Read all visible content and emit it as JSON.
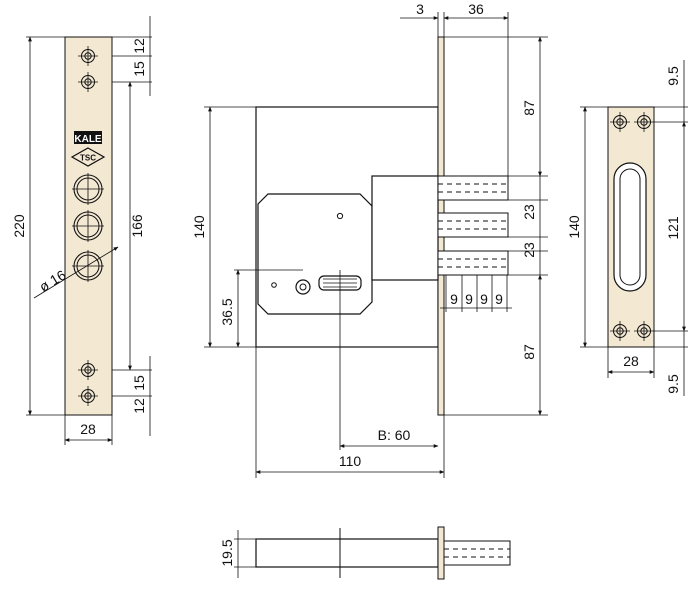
{
  "brand": {
    "logo_top": "KALE",
    "logo_bottom": "TSC"
  },
  "front_view": {
    "total_height": "220",
    "hole_spacing": "166",
    "top_hole_1": "12",
    "top_hole_2": "15",
    "bottom_hole_1": "15",
    "bottom_hole_2": "12",
    "width": "28",
    "cylinder_diameter": "ø 16"
  },
  "side_view": {
    "case_height": "140",
    "key_offset": "36.5",
    "backset": "B: 60",
    "case_width": "110",
    "faceplate_thickness": "3",
    "bolt_projection": "36",
    "upper_extension": "87",
    "lower_extension": "87",
    "bolt_gap_1": "23",
    "bolt_gap_2": "23",
    "bolt_width_1": "9",
    "bolt_width_2": "9",
    "bolt_width_3": "9",
    "bolt_width_4": "9"
  },
  "strike_plate": {
    "height": "140",
    "slot_length": "121",
    "width": "28",
    "top_margin": "9.5",
    "bottom_margin": "9.5"
  },
  "top_view": {
    "thickness": "19.5"
  }
}
